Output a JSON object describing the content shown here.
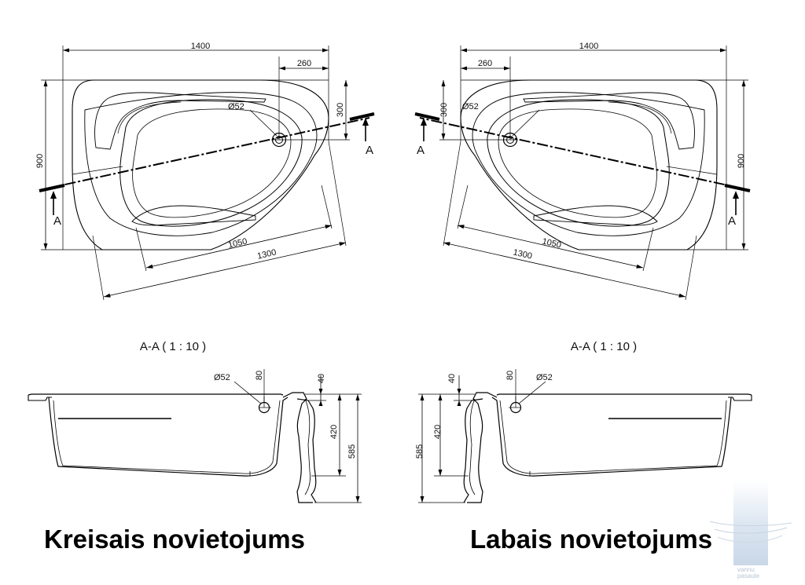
{
  "left": {
    "plan": {
      "width": "1400",
      "drain_offset": "260",
      "drain_depth": "300",
      "depth": "900",
      "drain": "Ø52",
      "inner_length": "1050",
      "outer_length": "1300",
      "section_marker": "A"
    },
    "section": {
      "title": "A-A  ( 1 : 10 )",
      "drain": "Ø52",
      "drain_height": "80",
      "rim": "40",
      "height_inner": "420",
      "height_total": "585"
    },
    "caption": "Kreisais novietojums"
  },
  "right": {
    "plan": {
      "width": "1400",
      "drain_offset": "260",
      "drain_depth": "300",
      "depth": "900",
      "drain": "Ø52",
      "inner_length": "1050",
      "outer_length": "1300",
      "section_marker": "A"
    },
    "section": {
      "title": "A-A  ( 1 : 10 )",
      "drain": "Ø52",
      "drain_height": "80",
      "rim": "40",
      "height_inner": "420",
      "height_total": "585"
    },
    "caption": "Labais novietojums"
  },
  "watermark": {
    "line1": "vannu",
    "line2": "pasaule"
  }
}
